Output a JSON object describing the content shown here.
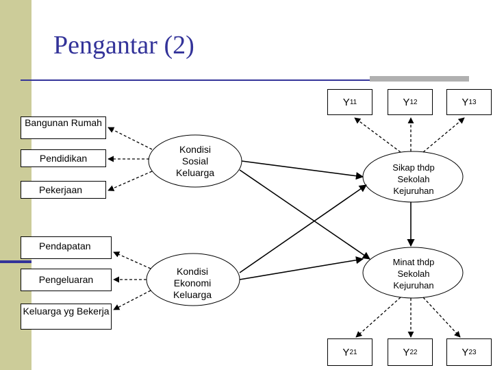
{
  "title": "Pengantar (2)",
  "indicators": {
    "bangunan_rumah": "Bangunan Rumah",
    "pendidikan": "Pendidikan",
    "pekerjaan": "Pekerjaan",
    "pendapatan": "Pendapatan",
    "pengeluaran": "Pengeluaran",
    "keluarga_bekerja": "Keluarga yg Bekerja"
  },
  "constructs": {
    "kondisi_sosial": "Kondisi Sosial Keluarga",
    "kondisi_ekonomi": "Kondisi Ekonomi Keluarga",
    "sikap": "Sikap thdp Sekolah Kejuruhan",
    "minat": "Minat thdp Sekolah Kejuruhan"
  },
  "y_indicators": {
    "y11": {
      "base": "Y",
      "sub": "11"
    },
    "y12": {
      "base": "Y",
      "sub": "12"
    },
    "y13": {
      "base": "Y",
      "sub": "13"
    },
    "y21": {
      "base": "Y",
      "sub": "21"
    },
    "y22": {
      "base": "Y",
      "sub": "22"
    },
    "y23": {
      "base": "Y",
      "sub": "23"
    }
  },
  "colors": {
    "sidebar": "#cccc99",
    "title": "#333399",
    "rule": "#333399"
  }
}
